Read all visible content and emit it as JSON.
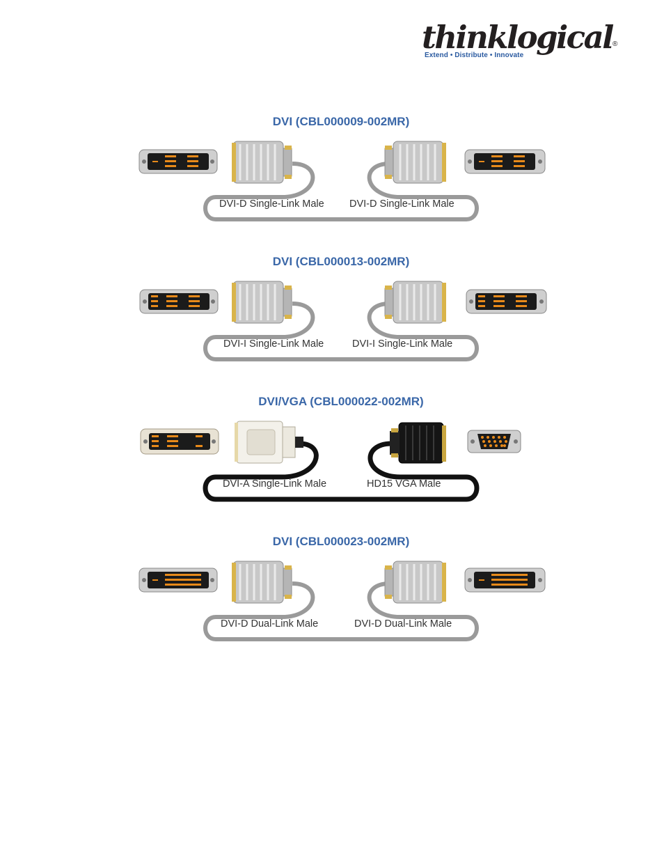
{
  "logo": {
    "wordmark": "thinklogical",
    "registered": "®",
    "tagline": "Extend • Distribute • Innovate"
  },
  "cables": [
    {
      "title": "DVI (CBL000009-002MR)",
      "left_label": "DVI-D Single-Link Male",
      "right_label": "DVI-D Single-Link Male",
      "style": "gray"
    },
    {
      "title": "DVI (CBL000013-002MR)",
      "left_label": "DVI-I Single-Link Male",
      "right_label": "DVI-I Single-Link Male",
      "style": "gray"
    },
    {
      "title": "DVI/VGA (CBL000022-002MR)",
      "left_label": "DVI-A Single-Link Male",
      "right_label": "HD15 VGA Male",
      "style": "black"
    },
    {
      "title": "DVI (CBL000023-002MR)",
      "left_label": "DVI-D Dual-Link Male",
      "right_label": "DVI-D Dual-Link Male",
      "style": "gray"
    }
  ],
  "colors": {
    "title_blue": "#3a67a8",
    "cable_gray": "#9a9a9a",
    "cable_black": "#111111",
    "pin_orange": "#e88a1a"
  }
}
